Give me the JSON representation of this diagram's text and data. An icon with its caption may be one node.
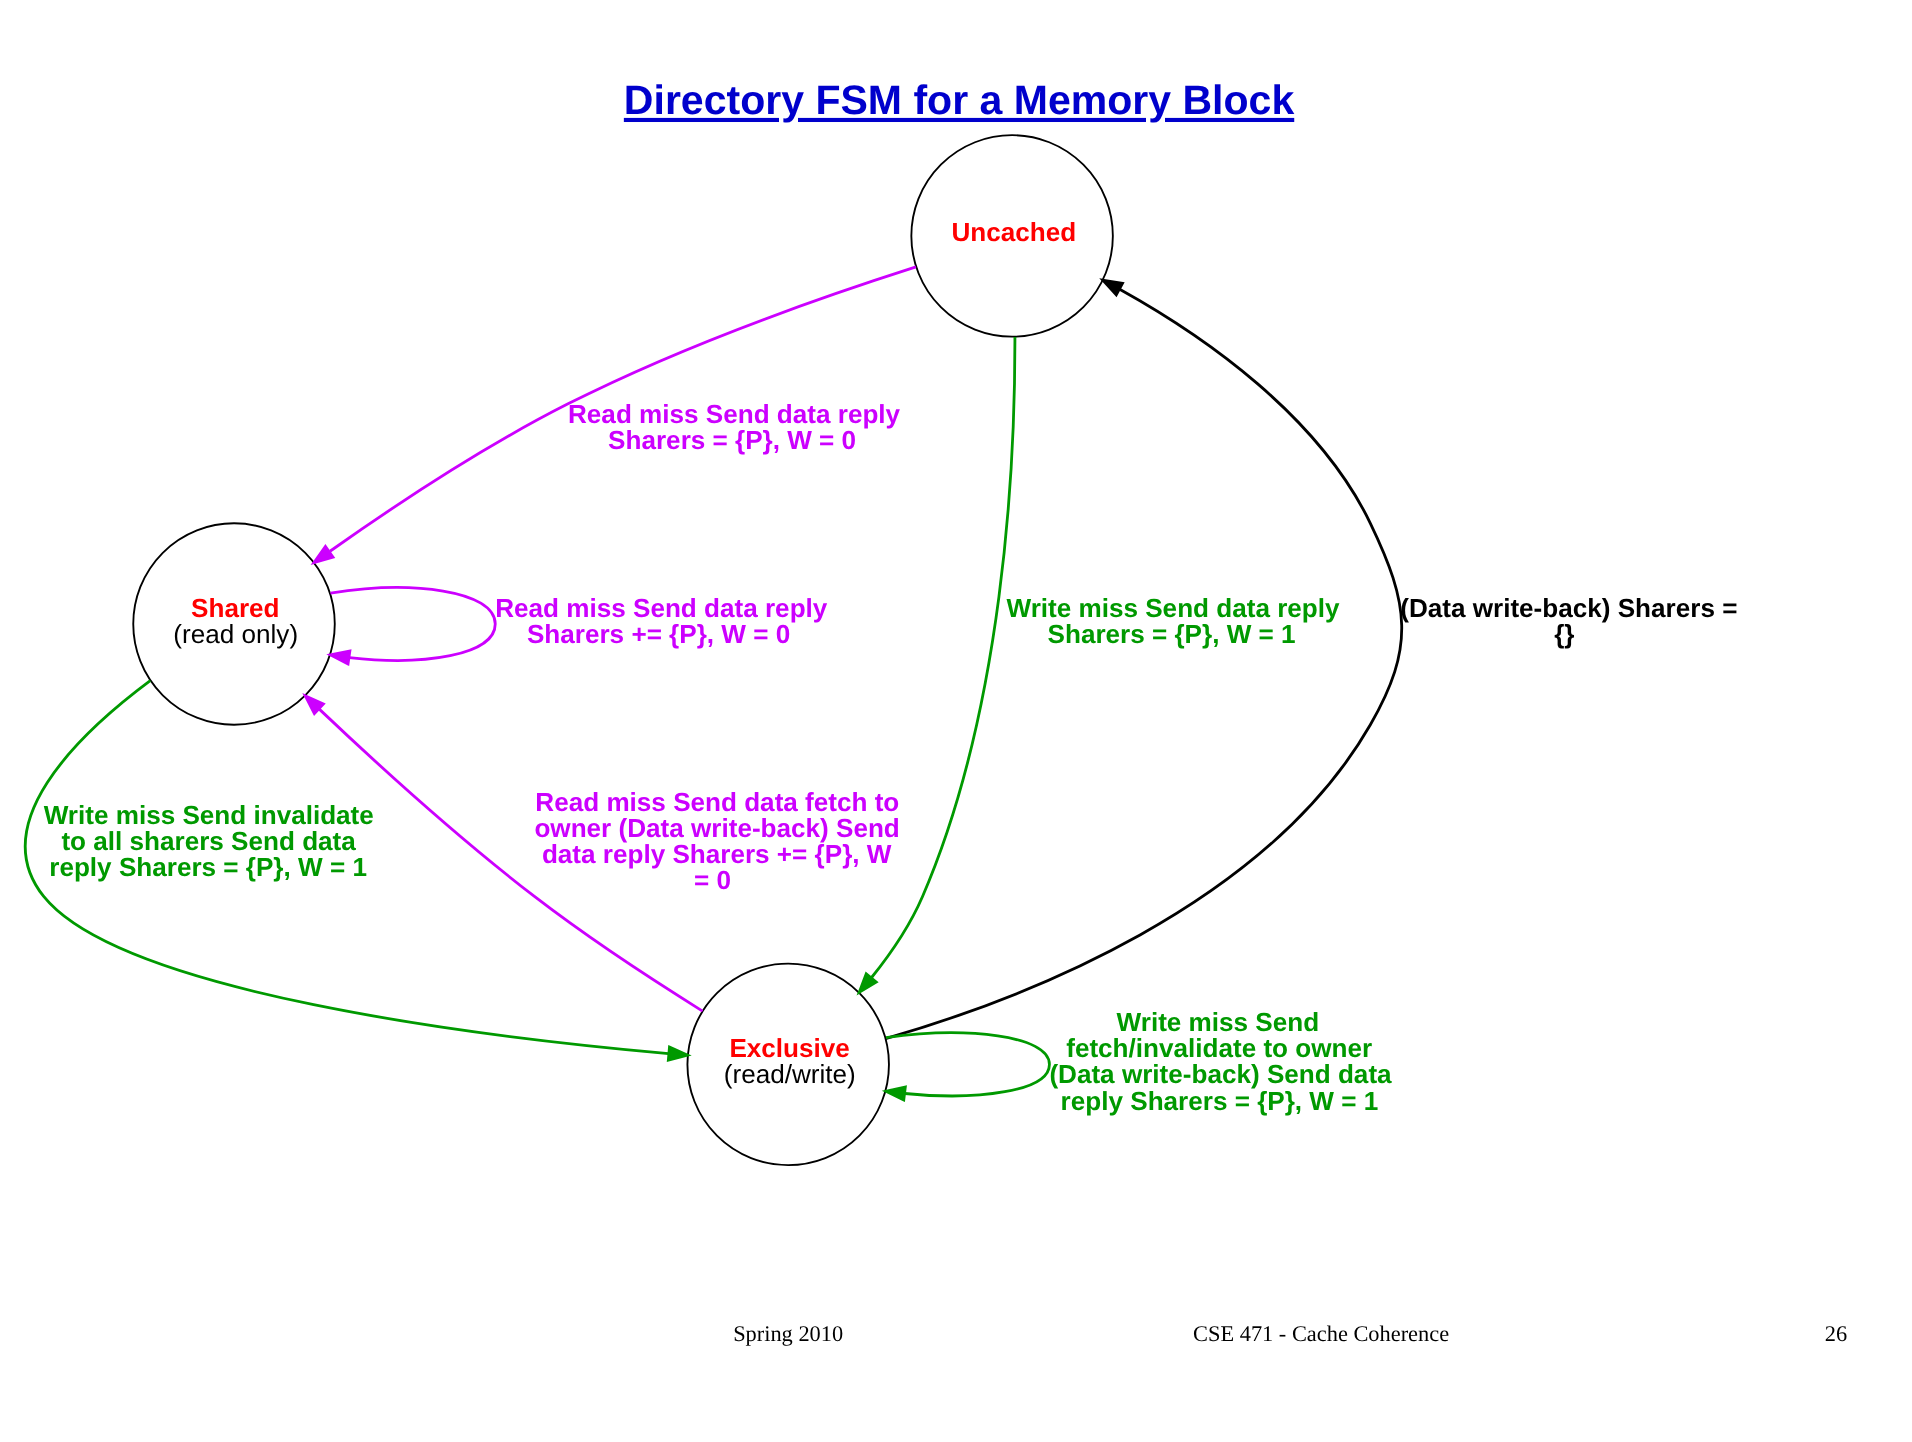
{
  "diagram": {
    "title": "Directory FSM for a Memory Block",
    "nodes": [
      {
        "text": [
          "Uncached"
        ]
      },
      {
        "text": [
          "Shared",
          "(read only)"
        ]
      },
      {
        "text": [
          "Exclusive",
          "(read/write)"
        ]
      }
    ],
    "edges": [
      {
        "from": 0,
        "to": 1,
        "arrow": "to",
        "color": "#cc00ff",
        "label": "Read miss Send data reply Sharers = {P}, W = 0"
      },
      {
        "from": 1,
        "to": 1,
        "arrow": "to",
        "color": "#cc00ff",
        "label": "Read miss Send data reply Sharers += {P}, W = 0"
      },
      {
        "from": 0,
        "to": 2,
        "arrow": "to",
        "color": "#009900",
        "label": "Write miss Send data reply Sharers = {P}, W = 1"
      },
      {
        "from": 1,
        "to": 2,
        "arrow": "to",
        "color": "#009900",
        "label": "Write miss Send invalidate to all sharers Send data reply Sharers = {P}, W = 1"
      },
      {
        "from": 2,
        "to": 0,
        "arrow": "to",
        "color": "#000000",
        "label": "(Data write-back) Sharers = {}"
      },
      {
        "from": 2,
        "to": 1,
        "arrow": "to",
        "color": "#cc00ff",
        "label": "Read miss Send data fetch to owner (Data write-back) Send data reply Sharers += {P}, W = 0"
      },
      {
        "from": 2,
        "to": 2,
        "arrow": "to",
        "color": "#009900",
        "label": "Write miss Send fetch/invalidate to owner (Data write-back) Send data reply Sharers = {P}, W = 1"
      }
    ],
    "labels": [
      "Spring 2010",
      "CSE 471 - Cache Coherence",
      "26"
    ]
  }
}
